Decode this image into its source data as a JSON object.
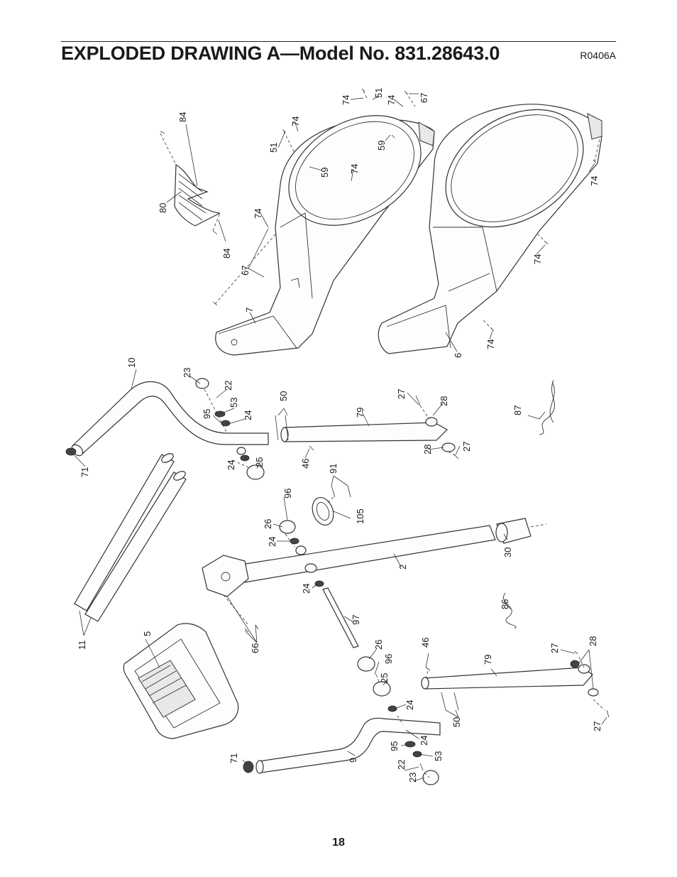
{
  "header": {
    "title": "EXPLODED DRAWING A—Model No. 831.28643.0",
    "drawing_code": "R0406A"
  },
  "footer": {
    "page_number": "18"
  },
  "callouts": {
    "c84a": "84",
    "c84b": "84",
    "c80": "80",
    "c74a": "74",
    "c74b": "74",
    "c74c": "74",
    "c74d": "74",
    "c74e": "74",
    "c74f": "74",
    "c74g": "74",
    "c74h": "74",
    "c51a": "51",
    "c51b": "51",
    "c67a": "67",
    "c67b": "67",
    "c59a": "59",
    "c59b": "59",
    "c7": "7",
    "c6": "6",
    "c10": "10",
    "c71a": "71",
    "c71b": "71",
    "c23a": "23",
    "c23b": "23",
    "c22a": "22",
    "c22b": "22",
    "c53a": "53",
    "c53b": "53",
    "c95a": "95",
    "c95b": "95",
    "c24a": "24",
    "c24b": "24",
    "c24c": "24",
    "c24d": "24",
    "c24e": "24",
    "c24f": "24",
    "c25a": "25",
    "c25b": "25",
    "c50a": "50",
    "c50b": "50",
    "c46a": "46",
    "c46b": "46",
    "c79a": "79",
    "c79b": "79",
    "c27a": "27",
    "c27b": "27",
    "c27c": "27",
    "c27d": "27",
    "c28a": "28",
    "c28b": "28",
    "c28c": "28",
    "c87": "87",
    "c86": "86",
    "c91": "91",
    "c105": "105",
    "c96a": "96",
    "c96b": "96",
    "c26a": "26",
    "c26b": "26",
    "c2": "2",
    "c30": "30",
    "c97": "97",
    "c66": "66",
    "c11": "11",
    "c5": "5",
    "c9": "9"
  }
}
